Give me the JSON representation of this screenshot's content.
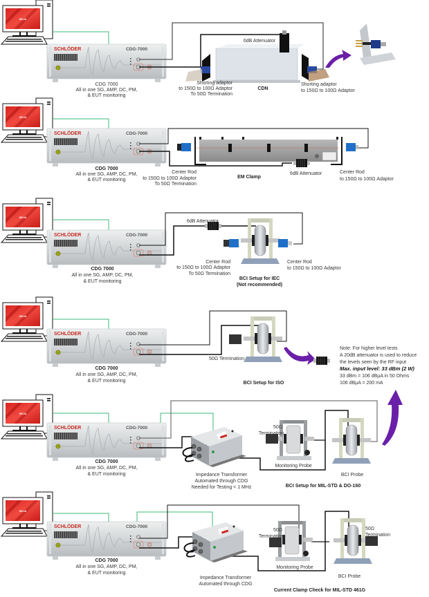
{
  "colors": {
    "cable": "#1a1a1a",
    "cable_gray": "#555555",
    "link_green": "#3cb878",
    "arrow_purple": "#6a1fa8",
    "brand_red": "#c8281e",
    "screen_red": "#e8302c",
    "probe_blue": "#1f5fb8"
  },
  "common": {
    "pc_screen_label": "HELIA",
    "generator_brand": "SCHLÖDER",
    "generator_model_panel": "CDG-7000"
  },
  "setups": [
    {
      "id": "cdn",
      "generator_caption": [
        "CDG 7000",
        "All in one SG, AMP, DC, PM,",
        "& EUT monitoring"
      ],
      "labels": {
        "attenuator": "6dB Attenuator",
        "left_adaptor": [
          "Shorting adaptor",
          "to 150Ω to 100Ω Adaptor",
          "To 50Ω Termination"
        ],
        "device": "CDN",
        "right_adaptor": [
          "Shorting adaptor",
          "to 150Ω to 100Ω Adaptor"
        ]
      }
    },
    {
      "id": "em-clamp",
      "generator_caption": [
        "CDG 7000",
        "All in one SG, AMP, DC, PM,",
        "& EUT monitoring"
      ],
      "labels": {
        "left_adaptor": [
          "Center Rod",
          "to 150Ω to 100Ω Adaptor",
          "To 50Ω Termination"
        ],
        "device": "EM Clamp",
        "attenuator": "6dB Attenuator",
        "right_adaptor": [
          "Center Rod",
          "to 150Ω to 100Ω Adaptor"
        ]
      }
    },
    {
      "id": "bci-iec",
      "generator_caption": [
        "CDG 7000",
        "All in one SG, AMP, DC, PM,",
        "& EUT monitoring"
      ],
      "labels": {
        "attenuator": "6dB Attenuator",
        "left_adaptor": [
          "Center Rod",
          "to 150Ω to 100Ω Adaptor",
          "To 50Ω Termination"
        ],
        "right_adaptor": [
          "Center Rod",
          "to 150Ω to 100Ω Adaptor"
        ],
        "title": [
          "BCI Setup for IEC",
          "(Not recommended)"
        ]
      }
    },
    {
      "id": "bci-iso",
      "generator_caption": [
        "CDG 7000",
        "All in one SG, AMP, DC, PM,",
        "& EUT monitoring"
      ],
      "labels": {
        "termination": "50Ω Termination",
        "title": "BCI Setup for ISO"
      },
      "note": {
        "lines": [
          "Note: For higher level tests",
          "A 20dB attenuator is used to reduce",
          "the levels seen by the RF input"
        ],
        "max_input": "Max. input level: 33 dBm (2 W)",
        "conversions": [
          "33 dBm = 106 dBµA in 50 Ohms",
          "106 dBµA = 200 mA"
        ]
      }
    },
    {
      "id": "bci-mil-do160",
      "generator_caption": [
        "CDG 7000",
        "All in one SG, AMP, DC, PM,",
        "& EUT monitoring"
      ],
      "labels": {
        "transformer": [
          "Impedance Transformer",
          "Automated through CDG",
          "Needed for Testing < 1 MHz"
        ],
        "termination": [
          "50Ω",
          "Termination"
        ],
        "monitoring_probe": "Monitoring Probe",
        "bci_probe": "BCI Probe",
        "title": "BCI Setup for MIL-STD & DO-160"
      }
    },
    {
      "id": "current-clamp-461g",
      "generator_caption": [
        "CDG 7000",
        "All in one SG, AMP, DC, PM,",
        "& EUT monitoring"
      ],
      "labels": {
        "transformer": [
          "Impedance Transformer",
          "Automated through CDG"
        ],
        "termination_left": [
          "50Ω",
          "Termination"
        ],
        "termination_right": [
          "50Ω",
          "Termination"
        ],
        "monitoring_probe": "Monitoring Probe",
        "bci_probe": "BCI Probe",
        "title": "Current Clamp Check for MIL-STD 461G"
      }
    }
  ]
}
